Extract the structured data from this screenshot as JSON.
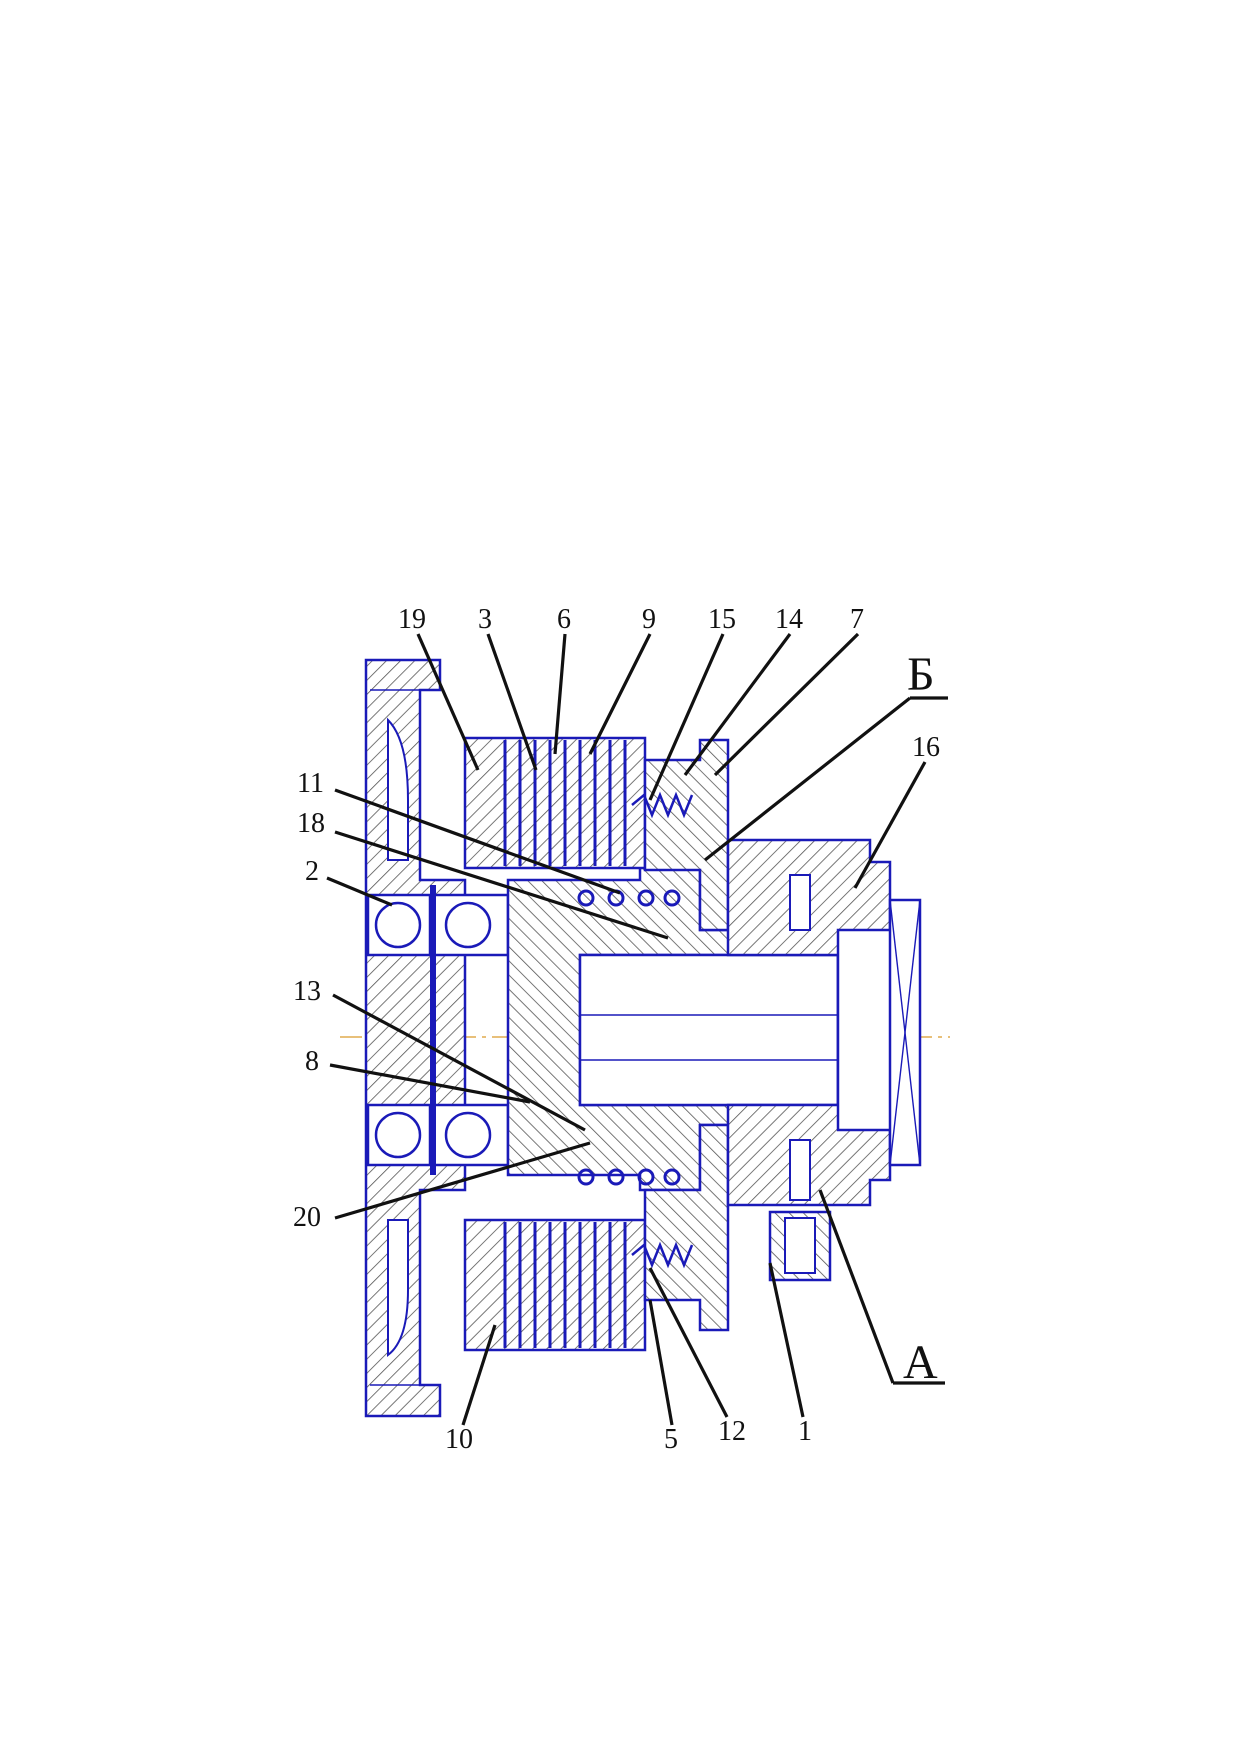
{
  "colors": {
    "outline": "#1a1ab8",
    "hatch": "#555555",
    "axis": "#d99a2b",
    "label": "#111111"
  },
  "labels": {
    "l19": "19",
    "l3": "3",
    "l6": "6",
    "l9": "9",
    "l15": "15",
    "l14": "14",
    "l7": "7",
    "lB": "Б",
    "l16": "16",
    "l11": "11",
    "l18": "18",
    "l2": "2",
    "l13": "13",
    "l8": "8",
    "l20": "20",
    "l10": "10",
    "l5": "5",
    "l12": "12",
    "l1": "1",
    "lA": "А"
  }
}
